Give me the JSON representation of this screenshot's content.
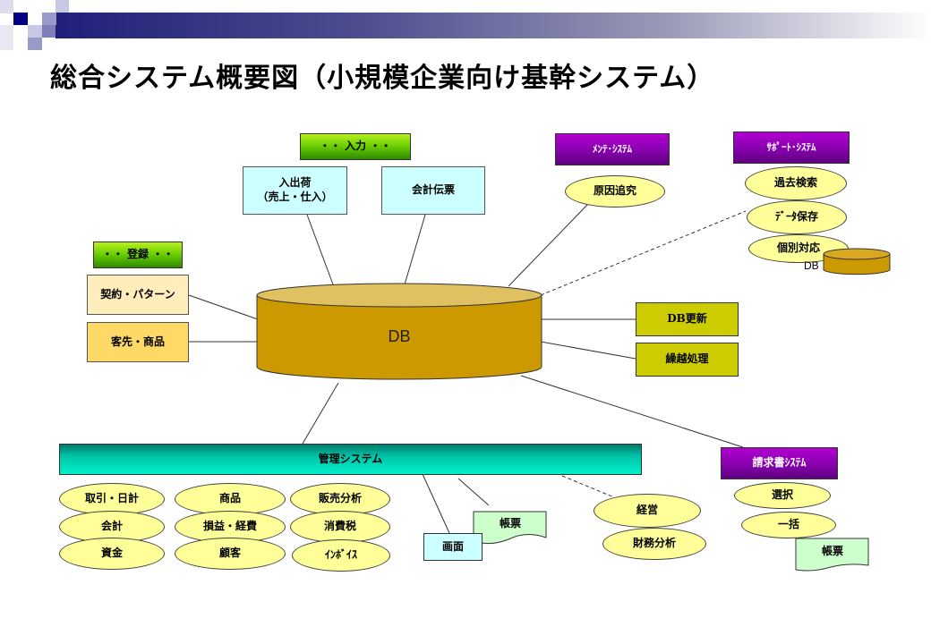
{
  "title": "総合システム概要図（小規模企業向け基幹システム）",
  "colors": {
    "db": "#cc9900",
    "db_top": "#e0c060",
    "ellipse": "#ffff99",
    "input_box": "#ccffff",
    "olive_box": "#cccc00",
    "purple_header": "#8a00b0",
    "green_header": "#66cc00",
    "mgmt_bar": "#00d8b8",
    "document": "#ccffcc"
  },
  "db": {
    "label": "DB"
  },
  "input": {
    "header": "・・ 入力 ・・",
    "items": [
      "入出荷\n（売上・仕入）",
      "会計伝票"
    ]
  },
  "register": {
    "header": "・・ 登録 ・・",
    "items": [
      "契約・パターン",
      "客先・商品"
    ]
  },
  "maintenance": {
    "header": "ﾒﾝﾃ･ｼｽﾃﾑ",
    "items": [
      "原因追究"
    ]
  },
  "support": {
    "header": "ｻﾎﾟｰﾄ･ｼｽﾃﾑ",
    "items": [
      "過去検索",
      "ﾃﾞｰﾀ保存",
      "個別対応"
    ],
    "db_label": "DB"
  },
  "batch": {
    "items": [
      "DB更新",
      "繰越処理"
    ]
  },
  "management": {
    "header": "管理システム",
    "modules": [
      "取引・日計",
      "商品",
      "販売分析",
      "会計",
      "損益・経費",
      "消費税",
      "資金",
      "顧客",
      "ｲﾝﾎﾞｲｽ"
    ],
    "screen": "画面",
    "report": "帳票",
    "executive": [
      "経営",
      "財務分析"
    ]
  },
  "invoice": {
    "header": "請求書ｼｽﾃﾑ",
    "items": [
      "選択",
      "一括"
    ],
    "report": "帳票"
  }
}
